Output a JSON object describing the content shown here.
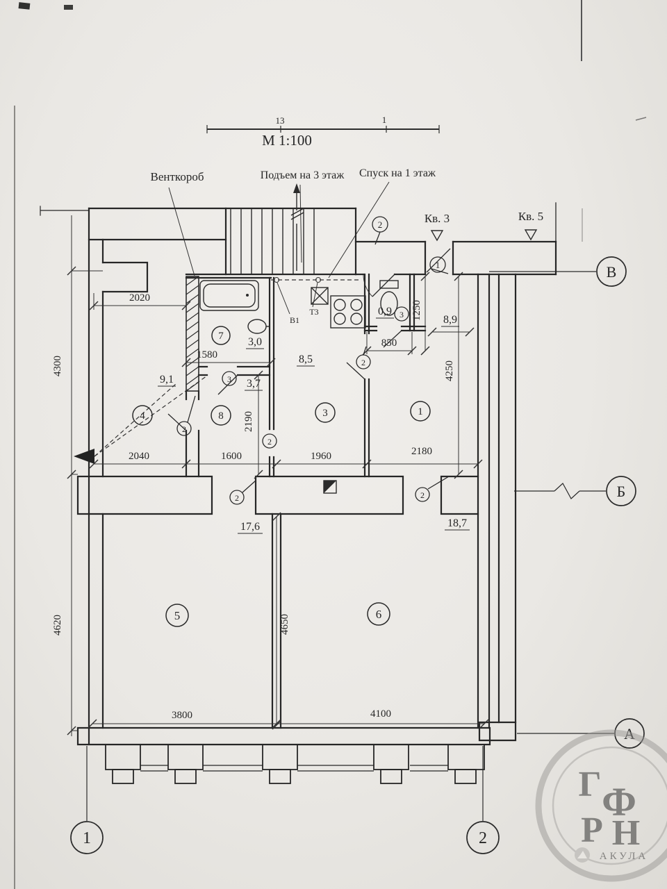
{
  "drawing": {
    "scale": "М 1:100",
    "ruler_left": "13",
    "ruler_right": "1"
  },
  "callouts": {
    "vent_duct": "Венткороб",
    "stairs_up": "Подъем на 3 этаж",
    "stairs_down": "Спуск на 1 этаж",
    "apt3": "Кв. 3",
    "apt5": "Кв. 5",
    "riser_v1": "В1",
    "riser_t3": "Т3"
  },
  "axes": {
    "row_v": "В",
    "row_b": "Б",
    "row_a": "А",
    "col_1": "1",
    "col_2": "2"
  },
  "markers": {
    "m1": "1",
    "m2": "2",
    "m3": "3",
    "m4": "4",
    "m5": "5",
    "m6": "6",
    "m7": "7",
    "m8": "8"
  },
  "areas": {
    "bathroom": "3,0",
    "room4": "9,1",
    "room8": "3,7",
    "hall": "8,5",
    "wc": "0,9",
    "room1": "8,9",
    "room5": "17,6",
    "room6": "18,7"
  },
  "dims": {
    "niche": "2020",
    "left_upper": "4300",
    "left_lower": "4620",
    "bath_width": "1580",
    "wc_width": "850",
    "wc_depth": "1250",
    "right_depth": "4250",
    "room8_depth": "2190",
    "seg1": "2040",
    "seg2": "1600",
    "seg3": "1960",
    "seg4": "2180",
    "rooms_depth": "4650",
    "room5_width": "3800",
    "room6_width": "4100"
  },
  "watermark": {
    "brand": "АКУЛА",
    "l1": "Г",
    "l2": "Ф",
    "l3": "Р",
    "l4": "Н"
  }
}
